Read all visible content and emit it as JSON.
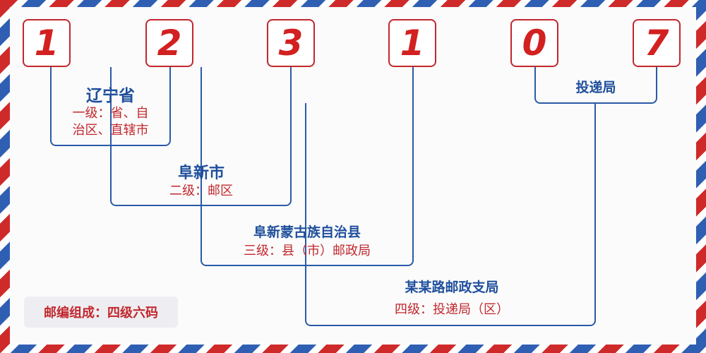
{
  "postal_code": {
    "digits": [
      "1",
      "2",
      "3",
      "1",
      "0",
      "7"
    ]
  },
  "levels": [
    {
      "name": "辽宁省",
      "desc_line1": "一级：省、自",
      "desc_line2": "治区、直辖市"
    },
    {
      "name": "阜新市",
      "desc": "二级：邮区"
    },
    {
      "name": "阜新蒙古族自治县",
      "desc": "三级：县（市）邮政局"
    },
    {
      "name": "某某路邮政支局",
      "desc": "四级：投递局（区）"
    },
    {
      "name": "投递局"
    }
  ],
  "legend": {
    "text": "邮编组成：四级六码"
  },
  "colors": {
    "digit_red": "#d32020",
    "border_red": "#c2272d",
    "line_blue": "#2a5aa8",
    "name_blue": "#1f4f9c",
    "stripe_red": "#cf2a2a",
    "stripe_blue": "#2f5fb3"
  }
}
